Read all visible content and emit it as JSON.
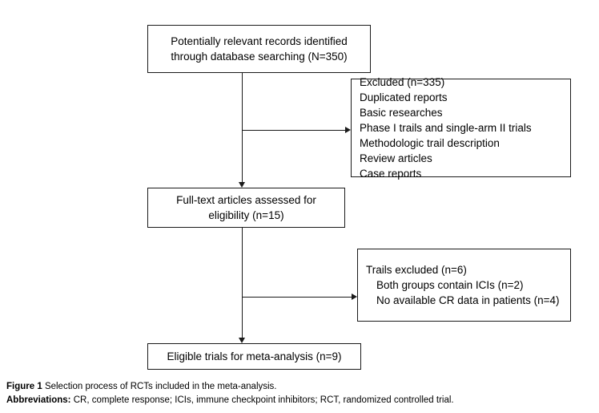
{
  "figure": {
    "type": "prisma-flow-diagram",
    "boxes": {
      "records_identified": {
        "lines": [
          "Potentially relevant records identified",
          "through database searching (N=350)"
        ],
        "count_label": "N=350",
        "count": 350
      },
      "excluded": {
        "lines": [
          "Excluded (n=335)",
          "Duplicated reports",
          "Basic researches",
          "Phase I trails and single-arm II trials",
          "Methodologic trail description",
          "Review articles",
          "Case reports"
        ],
        "count_label": "n=335",
        "count": 335
      },
      "full_text_assessed": {
        "lines": [
          "Full-text articles assessed for",
          "eligibility (n=15)"
        ],
        "count_label": "n=15",
        "count": 15
      },
      "trails_excluded": {
        "lines": [
          "Trails excluded (n=6)",
          "Both groups contain ICIs (n=2)",
          "No available CR data in patients (n=4)"
        ],
        "count_label": "n=6",
        "count": 6,
        "sub_counts": [
          2,
          4
        ]
      },
      "eligible_trials": {
        "lines": [
          "Eligible trials for meta-analysis (n=9)"
        ],
        "count_label": "n=9",
        "count": 9
      }
    }
  },
  "caption": {
    "figure_label": "Figure 1",
    "figure_text": "Selection process of RCTs included in the meta-analysis.",
    "abbreviations_label": "Abbreviations:",
    "abbreviations_text": "CR, complete response; ICIs, immune checkpoint inhibitors; RCT, randomized controlled trial."
  },
  "colors": {
    "border": "#1a1a1a",
    "text": "#000000",
    "background": "#ffffff"
  }
}
